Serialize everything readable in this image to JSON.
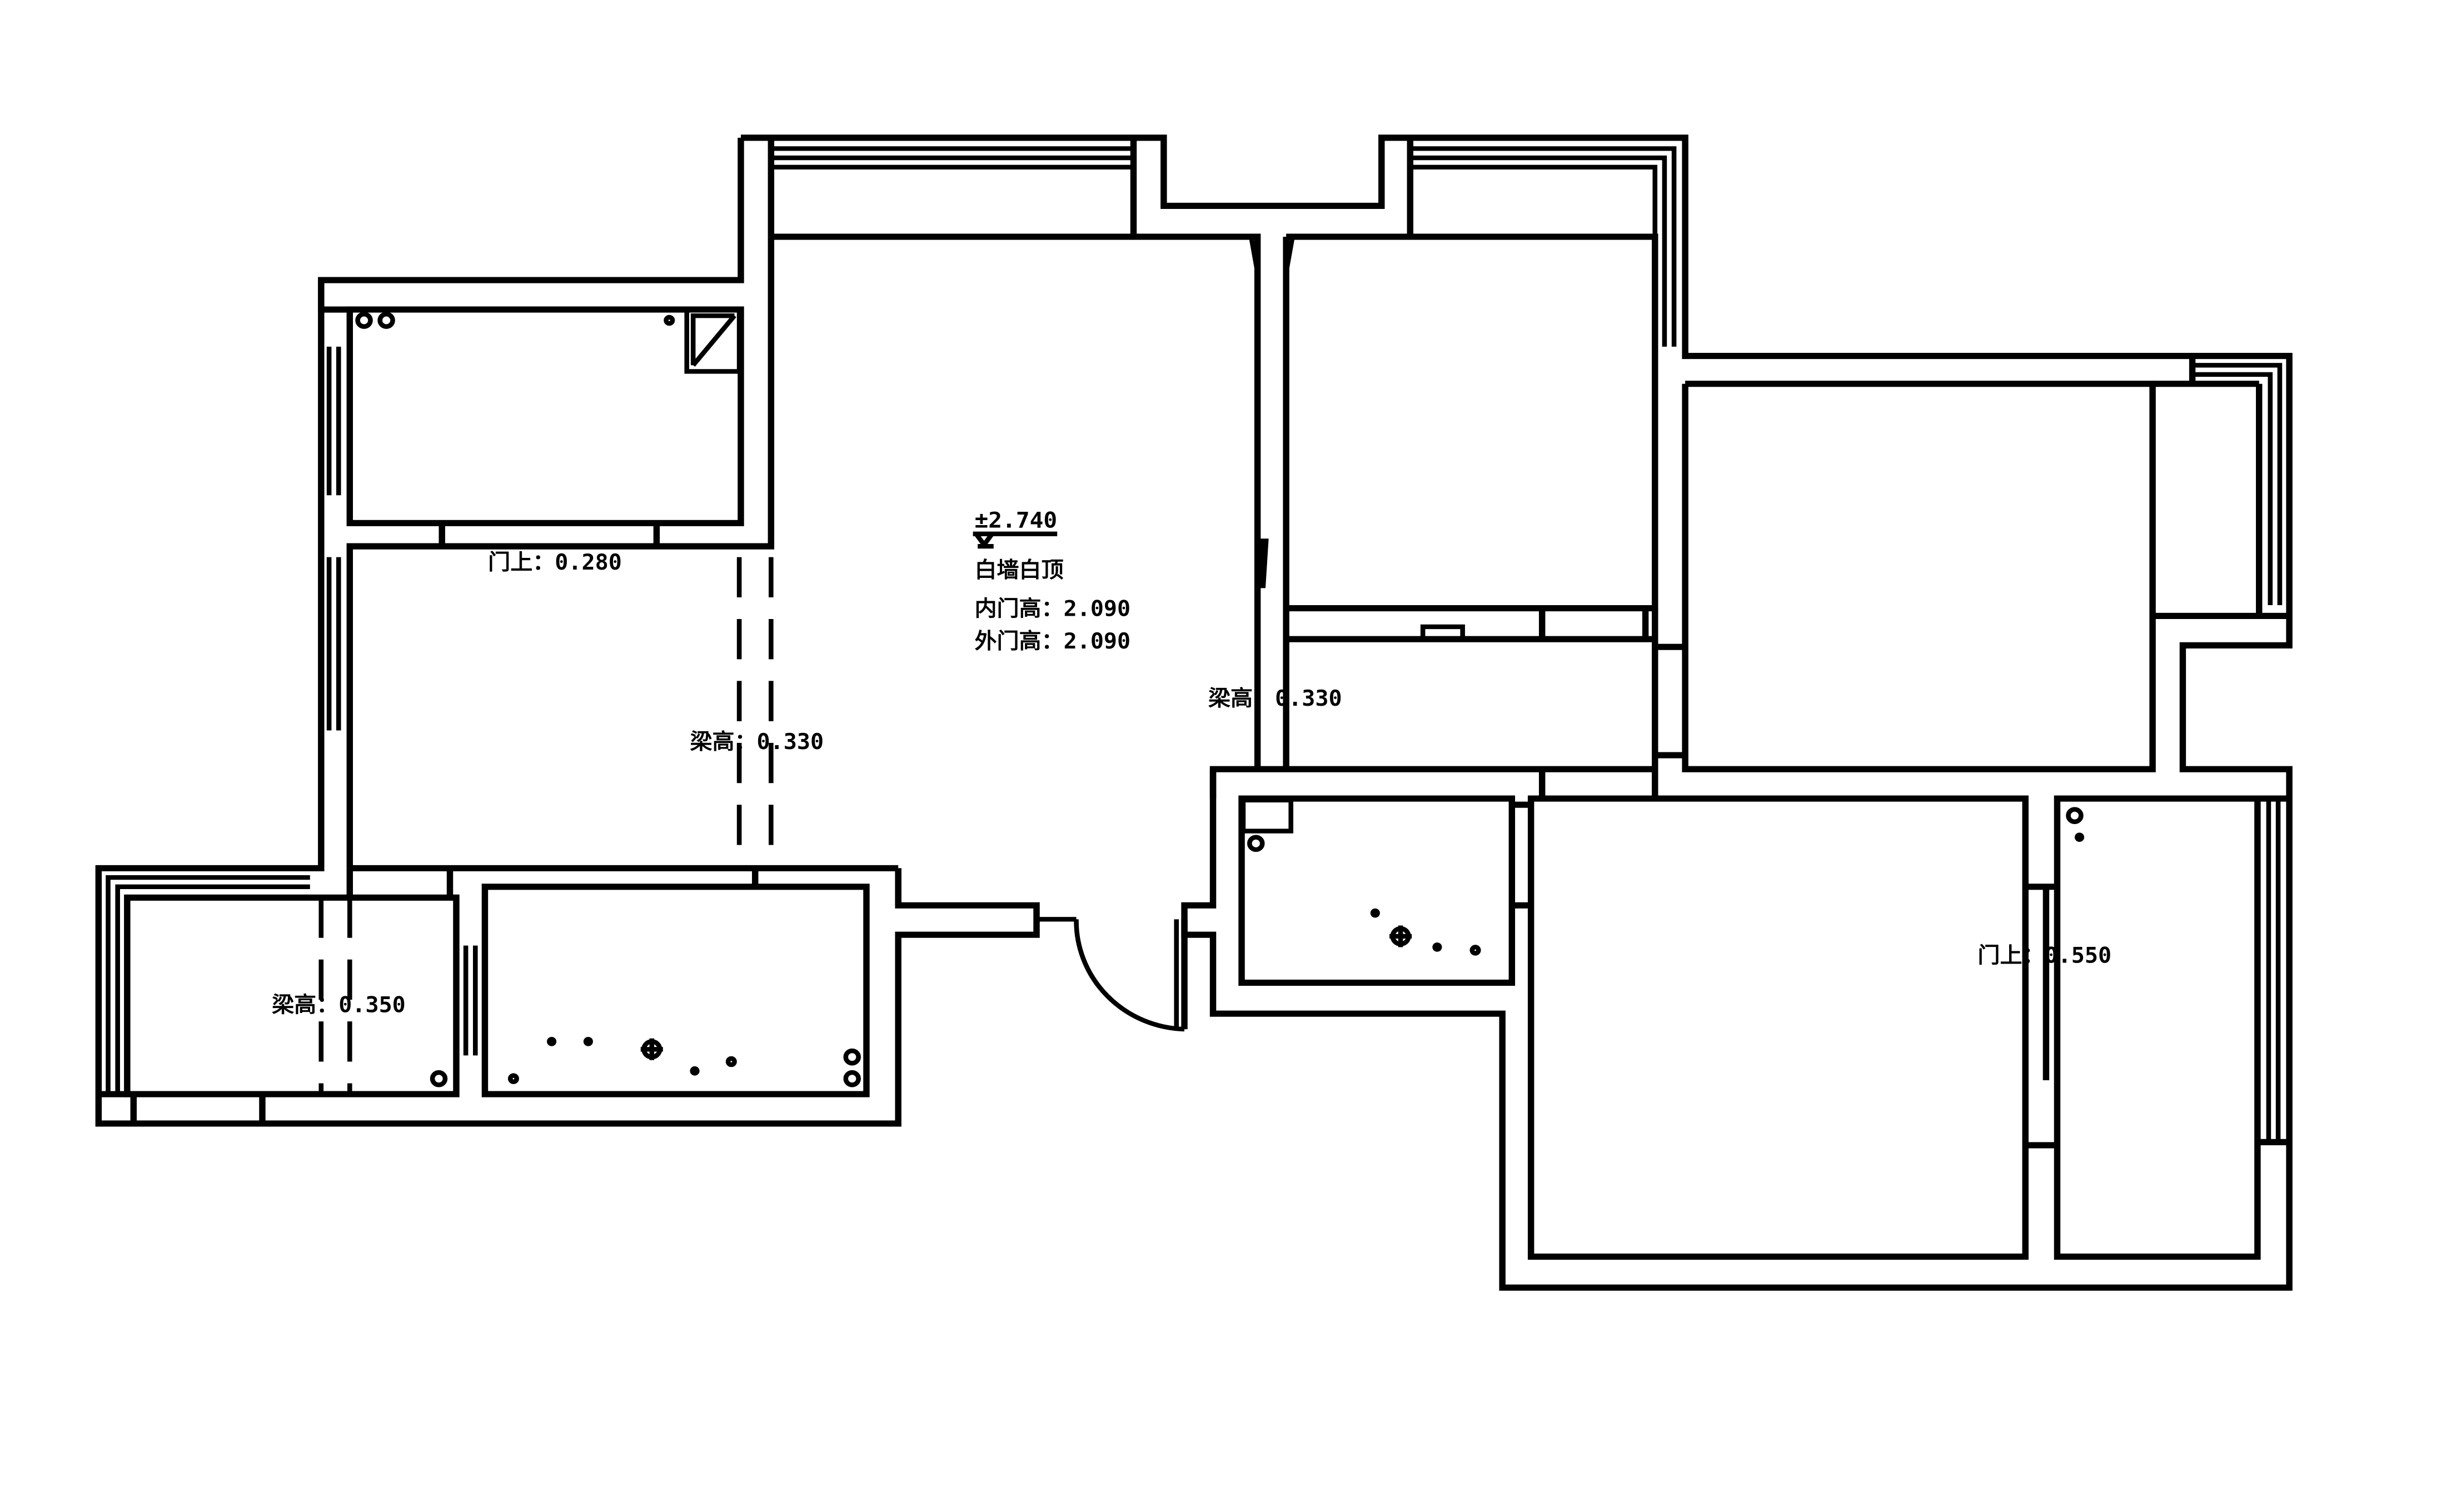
{
  "annotations": {
    "level_mark": "±2.740",
    "finish_note": "白墙白顶",
    "inner_door_height": "内门高：2.090",
    "outer_door_height": "外门高：2.090",
    "door_top_left": "门上：0.280",
    "door_top_right": "门上：0.550",
    "beam_height_center_left": "梁高：0.330",
    "beam_height_center_right": "梁高：0.330",
    "beam_height_bottom_left": "梁高：0.350"
  },
  "colors": {
    "line": "#000000",
    "background": "#ffffff"
  }
}
